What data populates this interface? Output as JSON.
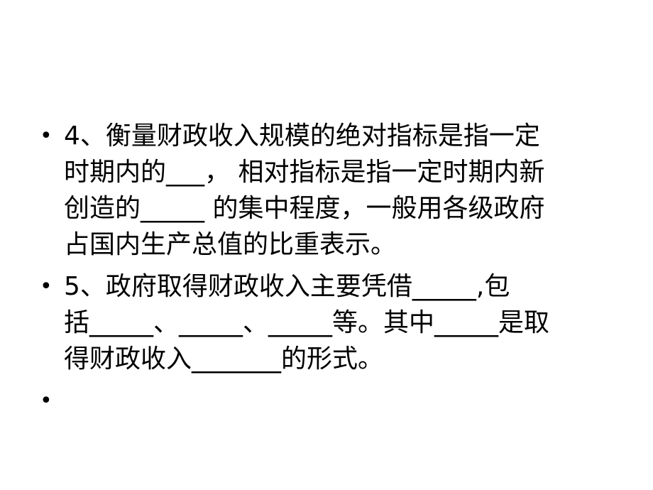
{
  "slide": {
    "bullets": [
      {
        "dot": "•",
        "lines": [
          "4、衡量财政收入规模的绝对指标是指一定",
          "时期内的___， 相对指标是指一定时期内新",
          "创造的_____ 的集中程度，一般用各级政府",
          "占国内生产总值的比重表示。"
        ]
      },
      {
        "dot": "•",
        "lines": [
          " 5、政府取得财政收入主要凭借_____,包",
          "括_____、_____、_____等。其中_____是取",
          "得财政收入_______的形式。"
        ]
      },
      {
        "dot": "•",
        "lines": []
      }
    ]
  }
}
